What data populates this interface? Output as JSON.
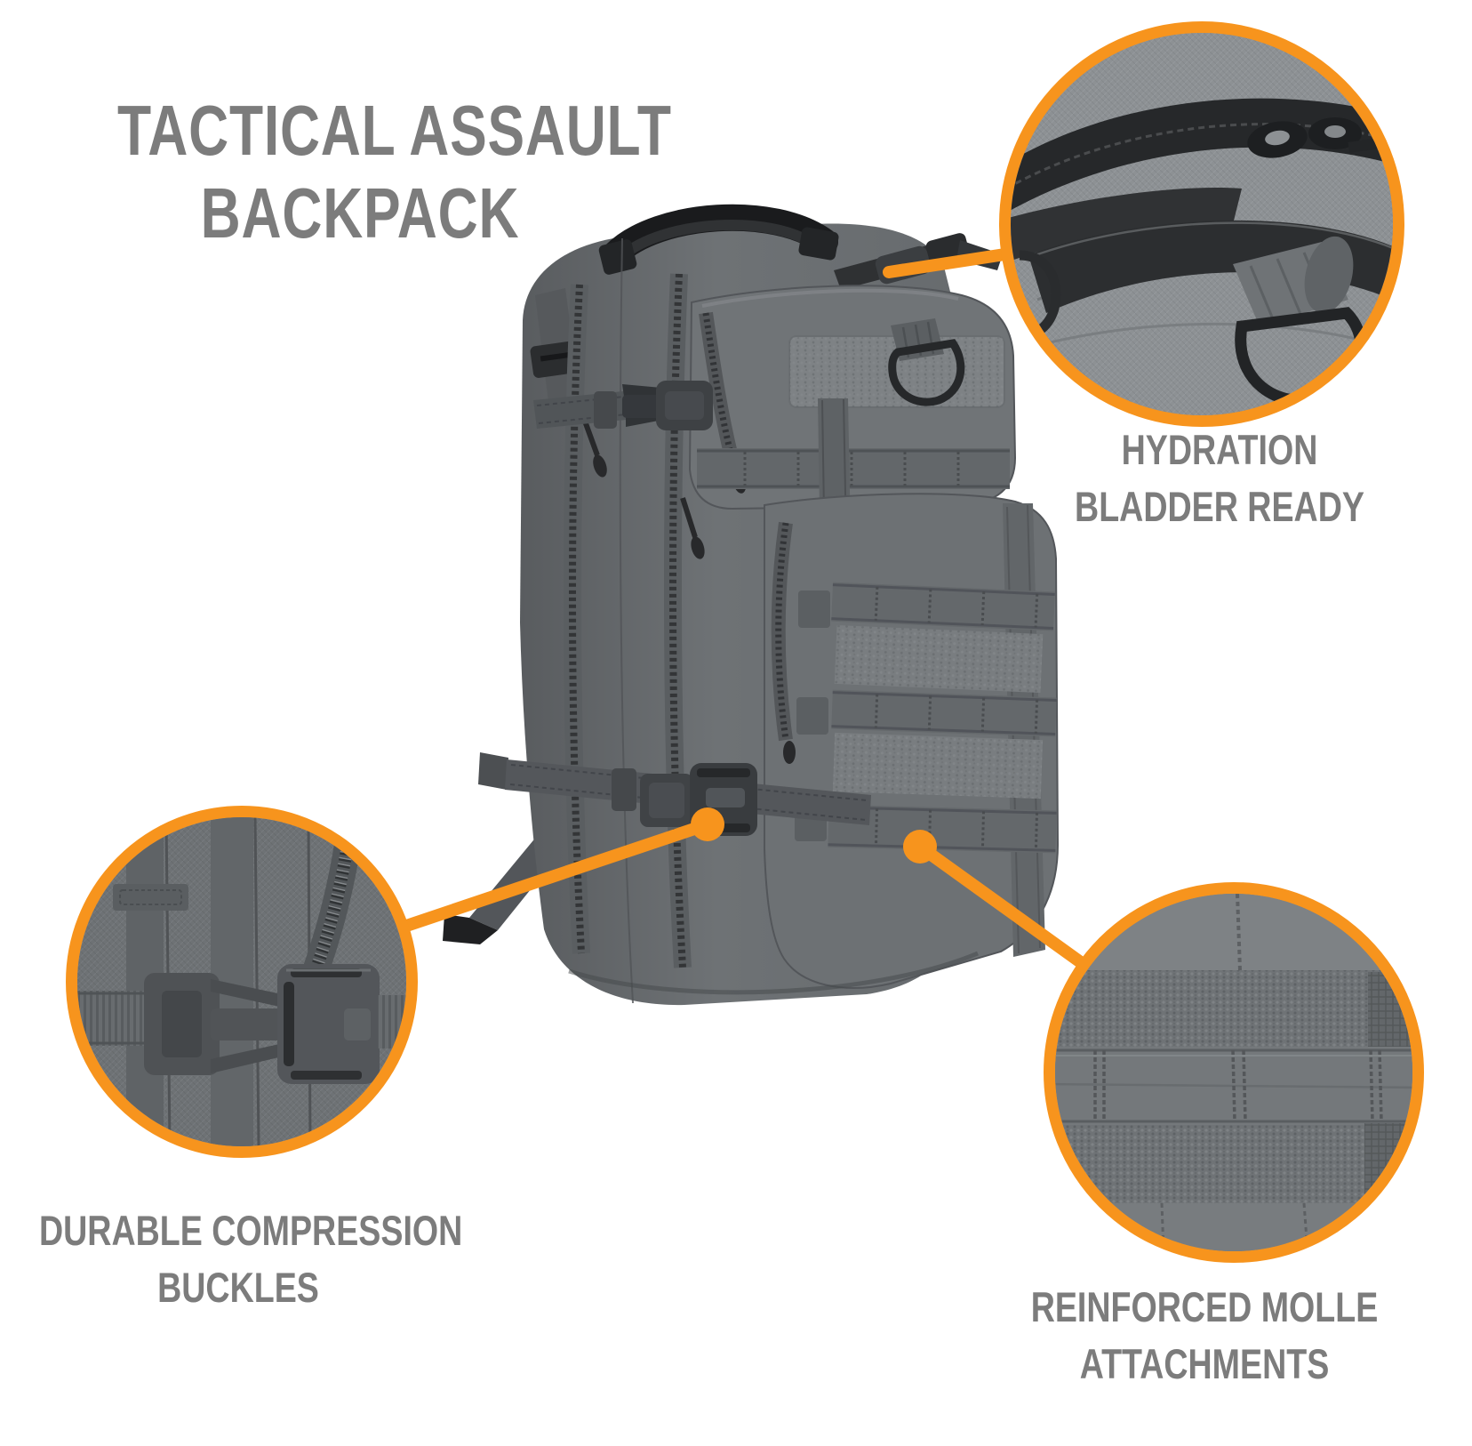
{
  "colors": {
    "accent_orange": "#F7941D",
    "text_gray": "#7C7C7C",
    "pack_gray": "#6b6f72"
  },
  "title": {
    "line1": "TACTICAL ASSAULT",
    "line2": "BACKPACK"
  },
  "callouts": {
    "hydration": {
      "line1": "HYDRATION",
      "line2": "BLADDER READY"
    },
    "compression": {
      "line1": "DURABLE COMPRESSION",
      "line2": "BUCKLES"
    },
    "molle": {
      "line1": "REINFORCED MOLLE",
      "line2": "ATTACHMENTS"
    }
  }
}
